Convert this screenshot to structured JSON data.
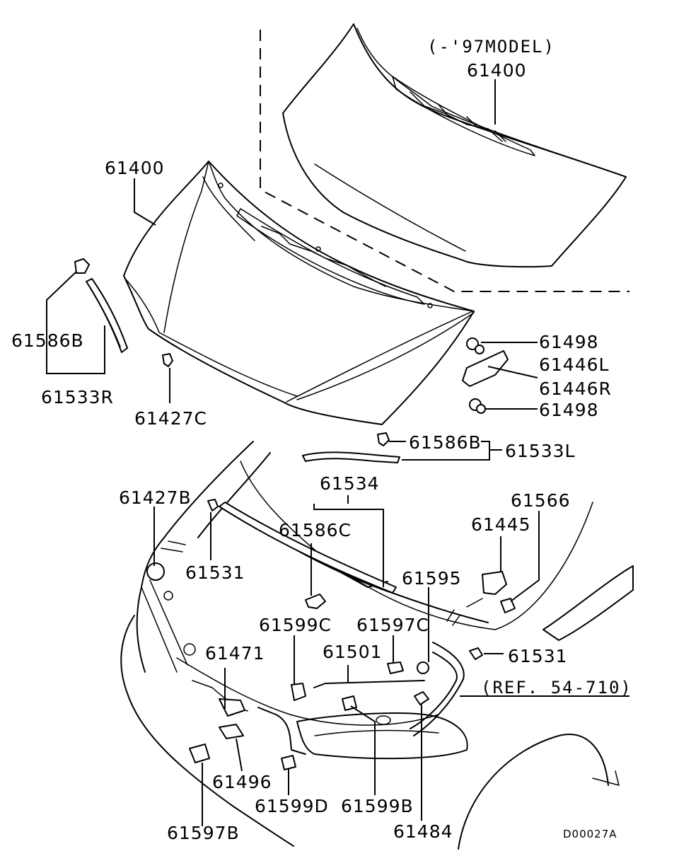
{
  "notes": {
    "model_note": "(-'97MODEL)",
    "ref_note": "(REF. 54-710)",
    "diagram_code": "D00027A"
  },
  "labels": {
    "hood_old": "61400",
    "hood_new": "61400",
    "weatherstrip_clip_left": "61586B",
    "weatherstrip_right": "61533R",
    "bumper_61427c": "61427C",
    "bolt_top": "61498",
    "hinge_left": "61446L",
    "hinge_right": "61446R",
    "bolt_bottom": "61498",
    "weatherstrip_clip_right": "61586B",
    "weatherstrip_left": "61533L",
    "seal_front": "61534",
    "bumper_61427b": "61427B",
    "clip_61586c": "61586C",
    "cushion_left": "61531",
    "latch_61566": "61566",
    "latch_61445": "61445",
    "grommet_61595": "61595",
    "clip_61599c": "61599C",
    "bolt_61597c": "61597C",
    "release_cable": "61501",
    "cushion_right": "61531",
    "lock_61471": "61471",
    "stay_61496": "61496",
    "clip_61599d": "61599D",
    "clip_61599b": "61599B",
    "bolt_61597b": "61597B",
    "lever_61484": "61484"
  }
}
